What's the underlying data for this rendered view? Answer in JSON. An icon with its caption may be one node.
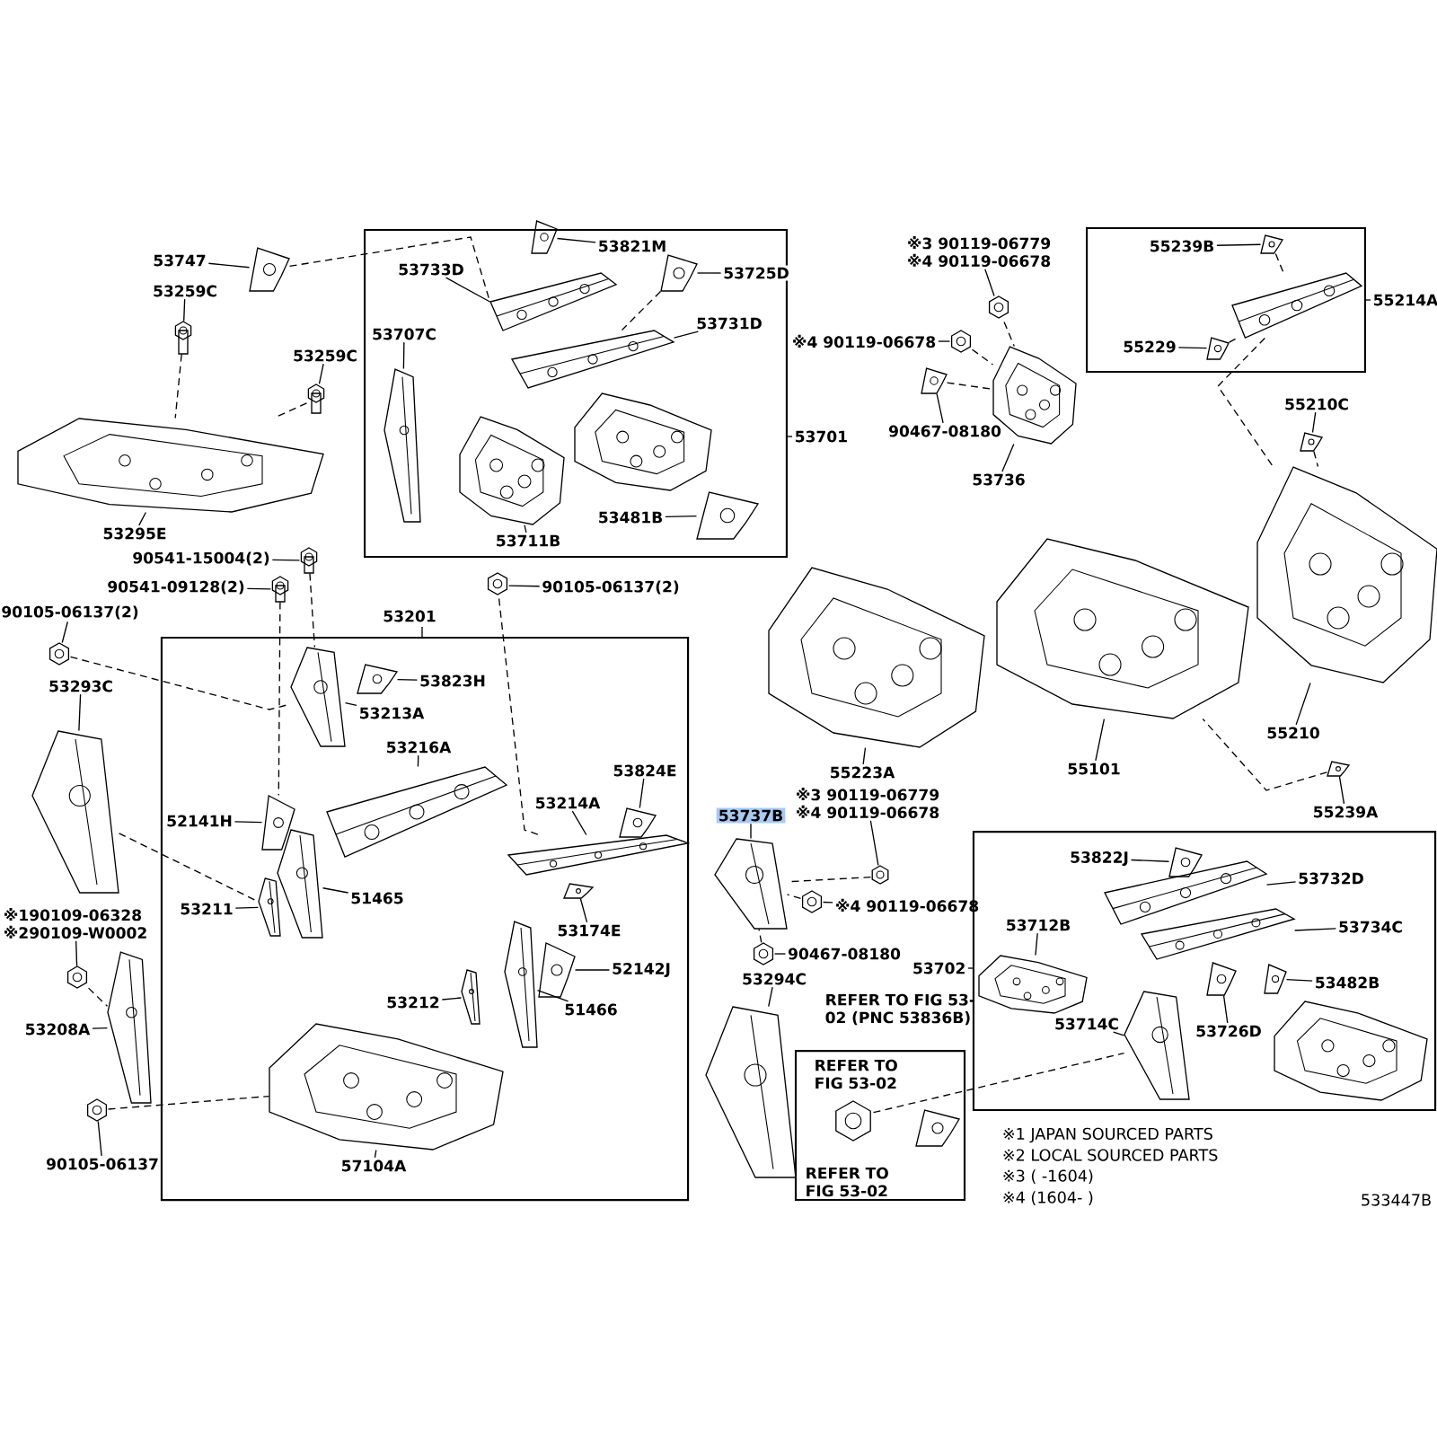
{
  "diagram": {
    "nodes": [
      {
        "text": [
          "53747"
        ]
      },
      {
        "text": [],
        "shape": "picture"
      },
      {
        "text": [
          "53259C"
        ]
      },
      {
        "text": [],
        "shape": "picture"
      },
      {
        "text": [
          "53259C"
        ]
      },
      {
        "text": [],
        "shape": "picture"
      },
      {
        "text": [
          "53295E"
        ]
      },
      {
        "text": [],
        "shape": "picture"
      },
      {
        "text": [
          "90541-15004(2)"
        ]
      },
      {
        "text": [],
        "shape": "picture"
      },
      {
        "text": [
          "90541-09128(2)"
        ]
      },
      {
        "text": [],
        "shape": "picture"
      },
      {
        "text": [
          "90105-06137(2)"
        ]
      },
      {
        "text": [],
        "shape": "picture"
      },
      {
        "text": [
          "53293C"
        ]
      },
      {
        "text": [],
        "shape": "picture"
      },
      {
        "text": [
          "※190109-06328",
          "※290109-W0002"
        ]
      },
      {
        "text": [],
        "shape": "picture"
      },
      {
        "text": [
          "53208A"
        ]
      },
      {
        "text": [],
        "shape": "picture"
      },
      {
        "text": [
          "90105-06137"
        ]
      },
      {
        "text": [],
        "shape": "picture"
      },
      {
        "text": [
          "53701"
        ]
      },
      {
        "text": [
          "53733D"
        ],
        "in": 22
      },
      {
        "text": [],
        "shape": "picture",
        "in": 22
      },
      {
        "text": [
          "53821M"
        ],
        "in": 22
      },
      {
        "text": [],
        "shape": "picture",
        "in": 22
      },
      {
        "text": [
          "53725D"
        ],
        "in": 22
      },
      {
        "text": [],
        "shape": "picture",
        "in": 22
      },
      {
        "text": [
          "53707C"
        ],
        "in": 22
      },
      {
        "text": [],
        "shape": "picture",
        "in": 22
      },
      {
        "text": [
          "53731D"
        ],
        "in": 22
      },
      {
        "text": [],
        "shape": "picture",
        "in": 22
      },
      {
        "text": [
          "53711B"
        ],
        "in": 22
      },
      {
        "text": [],
        "shape": "picture",
        "in": 22
      },
      {
        "text": [
          "53481B"
        ],
        "in": 22
      },
      {
        "text": [],
        "shape": "picture",
        "in": 22
      },
      {
        "text": [
          "※3 90119-06779",
          "※4 90119-06678"
        ]
      },
      {
        "text": [],
        "shape": "picture"
      },
      {
        "text": [
          "※4 90119-06678"
        ]
      },
      {
        "text": [],
        "shape": "picture"
      },
      {
        "text": [
          "90467-08180"
        ]
      },
      {
        "text": [],
        "shape": "picture"
      },
      {
        "text": [
          "53736"
        ]
      },
      {
        "text": [],
        "shape": "picture"
      },
      {
        "text": [
          "55214A"
        ]
      },
      {
        "text": [
          "55239B"
        ],
        "in": 45
      },
      {
        "text": [],
        "shape": "picture",
        "in": 45
      },
      {
        "text": [
          "55229"
        ],
        "in": 45
      },
      {
        "text": [],
        "shape": "picture",
        "in": 45
      },
      {
        "text": [],
        "shape": "picture",
        "in": 45
      },
      {
        "text": [
          "55210C"
        ]
      },
      {
        "text": [],
        "shape": "picture"
      },
      {
        "text": [
          "55223A"
        ]
      },
      {
        "text": [],
        "shape": "picture"
      },
      {
        "text": [
          "55101"
        ]
      },
      {
        "text": [],
        "shape": "picture"
      },
      {
        "text": [
          "55210"
        ]
      },
      {
        "text": [],
        "shape": "picture"
      },
      {
        "text": [
          "55239A"
        ]
      },
      {
        "text": [],
        "shape": "picture"
      },
      {
        "text": [
          "※3 90119-06779",
          "※4 90119-06678"
        ]
      },
      {
        "text": [],
        "shape": "picture"
      },
      {
        "text": [
          "53737B"
        ]
      },
      {
        "text": [],
        "shape": "picture"
      },
      {
        "text": [
          "※4 90119-06678"
        ]
      },
      {
        "text": [],
        "shape": "picture"
      },
      {
        "text": [
          "90467-08180"
        ]
      },
      {
        "text": [],
        "shape": "picture"
      },
      {
        "text": [
          "53294C"
        ]
      },
      {
        "text": [],
        "shape": "picture"
      },
      {
        "text": [
          "53201"
        ]
      },
      {
        "text": [
          "53823H"
        ],
        "in": 71
      },
      {
        "text": [],
        "shape": "picture",
        "in": 71
      },
      {
        "text": [
          "53213A"
        ],
        "in": 71
      },
      {
        "text": [],
        "shape": "picture",
        "in": 71
      },
      {
        "text": [
          "53216A"
        ],
        "in": 71
      },
      {
        "text": [],
        "shape": "picture",
        "in": 71
      },
      {
        "text": [
          "53824E"
        ],
        "in": 71
      },
      {
        "text": [],
        "shape": "picture",
        "in": 71
      },
      {
        "text": [
          "53214A"
        ],
        "in": 71
      },
      {
        "text": [],
        "shape": "picture",
        "in": 71
      },
      {
        "text": [
          "52141H"
        ],
        "in": 71
      },
      {
        "text": [],
        "shape": "picture",
        "in": 71
      },
      {
        "text": [
          "53211"
        ],
        "in": 71
      },
      {
        "text": [],
        "shape": "picture",
        "in": 71
      },
      {
        "text": [
          "51465"
        ],
        "in": 71
      },
      {
        "text": [],
        "shape": "picture",
        "in": 71
      },
      {
        "text": [
          "53174E"
        ],
        "in": 71
      },
      {
        "text": [],
        "shape": "picture",
        "in": 71
      },
      {
        "text": [
          "52142J"
        ],
        "in": 71
      },
      {
        "text": [],
        "shape": "picture",
        "in": 71
      },
      {
        "text": [
          "53212"
        ],
        "in": 71
      },
      {
        "text": [],
        "shape": "picture",
        "in": 71
      },
      {
        "text": [
          "51466"
        ],
        "in": 71
      },
      {
        "text": [],
        "shape": "picture",
        "in": 71
      },
      {
        "text": [
          "57104A"
        ],
        "in": 71
      },
      {
        "text": [],
        "shape": "picture",
        "in": 71
      },
      {
        "text": [
          "53702"
        ]
      },
      {
        "text": [
          "53822J"
        ],
        "in": 98
      },
      {
        "text": [],
        "shape": "picture",
        "in": 98
      },
      {
        "text": [
          "53732D"
        ],
        "in": 98
      },
      {
        "text": [],
        "shape": "picture",
        "in": 98
      },
      {
        "text": [
          "53734C"
        ],
        "in": 98
      },
      {
        "text": [],
        "shape": "picture",
        "in": 98
      },
      {
        "text": [
          "53712B"
        ],
        "in": 98
      },
      {
        "text": [],
        "shape": "picture",
        "in": 98
      },
      {
        "text": [
          "53482B"
        ],
        "in": 98
      },
      {
        "text": [],
        "shape": "picture",
        "in": 98
      },
      {
        "text": [
          "53714C"
        ],
        "in": 98
      },
      {
        "text": [],
        "shape": "picture",
        "in": 98
      },
      {
        "text": [
          "53726D"
        ],
        "in": 98
      },
      {
        "text": [],
        "shape": "picture",
        "in": 98
      },
      {
        "text": [
          "REFER TO FIG 53-02 (PNC 53836B)",
          "REFER TO FIG 53-02",
          "REFER TO FIG 53-02"
        ]
      },
      {
        "text": [],
        "shape": "picture",
        "in": 113
      },
      {
        "text": [],
        "shape": "picture",
        "in": 113
      },
      {
        "text": [
          "90105-06137(2)"
        ]
      },
      {
        "text": [],
        "shape": "picture"
      },
      {
        "text": [],
        "shape": "picture",
        "in": 22
      },
      {
        "text": [],
        "shape": "picture",
        "in": 98
      }
    ],
    "edges": [
      {
        "from": 0,
        "to": 1,
        "arrow": "none"
      },
      {
        "from": 2,
        "to": 3,
        "arrow": "none"
      },
      {
        "from": 4,
        "to": 5,
        "arrow": "none"
      },
      {
        "from": 6,
        "to": 7,
        "arrow": "none"
      },
      {
        "from": 8,
        "to": 9,
        "arrow": "none"
      },
      {
        "from": 10,
        "to": 11,
        "arrow": "none"
      },
      {
        "from": 12,
        "to": 13,
        "arrow": "none"
      },
      {
        "from": 14,
        "to": 15,
        "arrow": "none"
      },
      {
        "from": 16,
        "to": 17,
        "arrow": "none"
      },
      {
        "from": 18,
        "to": 19,
        "arrow": "none"
      },
      {
        "from": 20,
        "to": 21,
        "arrow": "none"
      },
      {
        "from": 23,
        "to": 24,
        "arrow": "none"
      },
      {
        "from": 25,
        "to": 26,
        "arrow": "none"
      },
      {
        "from": 27,
        "to": 28,
        "arrow": "none"
      },
      {
        "from": 29,
        "to": 30,
        "arrow": "none"
      },
      {
        "from": 31,
        "to": 32,
        "arrow": "none"
      },
      {
        "from": 33,
        "to": 34,
        "arrow": "none"
      },
      {
        "from": 35,
        "to": 36,
        "arrow": "none"
      },
      {
        "from": 37,
        "to": 38,
        "arrow": "none"
      },
      {
        "from": 39,
        "to": 40,
        "arrow": "none"
      },
      {
        "from": 41,
        "to": 42,
        "arrow": "none"
      },
      {
        "from": 43,
        "to": 44,
        "arrow": "none"
      },
      {
        "from": 46,
        "to": 47,
        "arrow": "none"
      },
      {
        "from": 48,
        "to": 49,
        "arrow": "none"
      },
      {
        "from": 51,
        "to": 52,
        "arrow": "none"
      },
      {
        "from": 53,
        "to": 54,
        "arrow": "none"
      },
      {
        "from": 55,
        "to": 56,
        "arrow": "none"
      },
      {
        "from": 57,
        "to": 58,
        "arrow": "none"
      },
      {
        "from": 59,
        "to": 60,
        "arrow": "none"
      },
      {
        "from": 61,
        "to": 62,
        "arrow": "none"
      },
      {
        "from": 63,
        "to": 64,
        "arrow": "none"
      },
      {
        "from": 65,
        "to": 66,
        "arrow": "none"
      },
      {
        "from": 67,
        "to": 68,
        "arrow": "none"
      },
      {
        "from": 69,
        "to": 70,
        "arrow": "none"
      },
      {
        "from": 72,
        "to": 73,
        "arrow": "none"
      },
      {
        "from": 74,
        "to": 75,
        "arrow": "none"
      },
      {
        "from": 76,
        "to": 77,
        "arrow": "none"
      },
      {
        "from": 78,
        "to": 79,
        "arrow": "none"
      },
      {
        "from": 80,
        "to": 81,
        "arrow": "none"
      },
      {
        "from": 82,
        "to": 83,
        "arrow": "none"
      },
      {
        "from": 84,
        "to": 85,
        "arrow": "none"
      },
      {
        "from": 86,
        "to": 87,
        "arrow": "none"
      },
      {
        "from": 88,
        "to": 89,
        "arrow": "none"
      },
      {
        "from": 90,
        "to": 91,
        "arrow": "none"
      },
      {
        "from": 92,
        "to": 93,
        "arrow": "none"
      },
      {
        "from": 94,
        "to": 95,
        "arrow": "none"
      },
      {
        "from": 96,
        "to": 97,
        "arrow": "none"
      },
      {
        "from": 99,
        "to": 100,
        "arrow": "none"
      },
      {
        "from": 101,
        "to": 102,
        "arrow": "none"
      },
      {
        "from": 103,
        "to": 104,
        "arrow": "none"
      },
      {
        "from": 105,
        "to": 106,
        "arrow": "none"
      },
      {
        "from": 107,
        "to": 108,
        "arrow": "none"
      },
      {
        "from": 109,
        "to": 110,
        "arrow": "none"
      },
      {
        "from": 111,
        "to": 112,
        "arrow": "none"
      },
      {
        "from": 116,
        "to": 117,
        "arrow": "none"
      },
      {
        "from": 1,
        "to": 24,
        "arrow": "none",
        "style": "dashed"
      },
      {
        "from": 3,
        "to": 7,
        "arrow": "none",
        "style": "dashed"
      },
      {
        "from": 5,
        "to": 7,
        "arrow": "none",
        "style": "dashed"
      },
      {
        "from": 9,
        "to": 75,
        "arrow": "none",
        "style": "dashed"
      },
      {
        "from": 11,
        "to": 83,
        "arrow": "none",
        "style": "dashed"
      },
      {
        "from": 13,
        "to": 75,
        "arrow": "none",
        "style": "dashed"
      },
      {
        "from": 15,
        "to": 85,
        "arrow": "none",
        "style": "dashed"
      },
      {
        "from": 17,
        "to": 19,
        "arrow": "none",
        "style": "dashed"
      },
      {
        "from": 21,
        "to": 97,
        "arrow": "none",
        "style": "dashed"
      },
      {
        "from": 117,
        "to": 81,
        "arrow": "none",
        "style": "dashed"
      },
      {
        "from": 28,
        "to": 32,
        "arrow": "none",
        "style": "dashed"
      },
      {
        "from": 38,
        "to": 44,
        "arrow": "none",
        "style": "dashed"
      },
      {
        "from": 40,
        "to": 44,
        "arrow": "none",
        "style": "dashed"
      },
      {
        "from": 42,
        "to": 44,
        "arrow": "none",
        "style": "dashed"
      },
      {
        "from": 47,
        "to": 50,
        "arrow": "none",
        "style": "dashed"
      },
      {
        "from": 49,
        "to": 50,
        "arrow": "none",
        "style": "dashed"
      },
      {
        "from": 50,
        "to": 58,
        "arrow": "none",
        "style": "dashed"
      },
      {
        "from": 52,
        "to": 58,
        "arrow": "none",
        "style": "dashed"
      },
      {
        "from": 60,
        "to": 56,
        "arrow": "none",
        "style": "dashed"
      },
      {
        "from": 62,
        "to": 64,
        "arrow": "none",
        "style": "dashed"
      },
      {
        "from": 66,
        "to": 64,
        "arrow": "none",
        "style": "dashed"
      },
      {
        "from": 68,
        "to": 64,
        "arrow": "none",
        "style": "dashed"
      },
      {
        "from": 114,
        "to": 110,
        "arrow": "none",
        "style": "dashed"
      }
    ],
    "labels": [
      "※1  JAPAN SOURCED PARTS",
      "※2  LOCAL SOURCED PARTS",
      "※3 ( -1604)",
      "※4 (1604- )",
      "533447B"
    ]
  }
}
